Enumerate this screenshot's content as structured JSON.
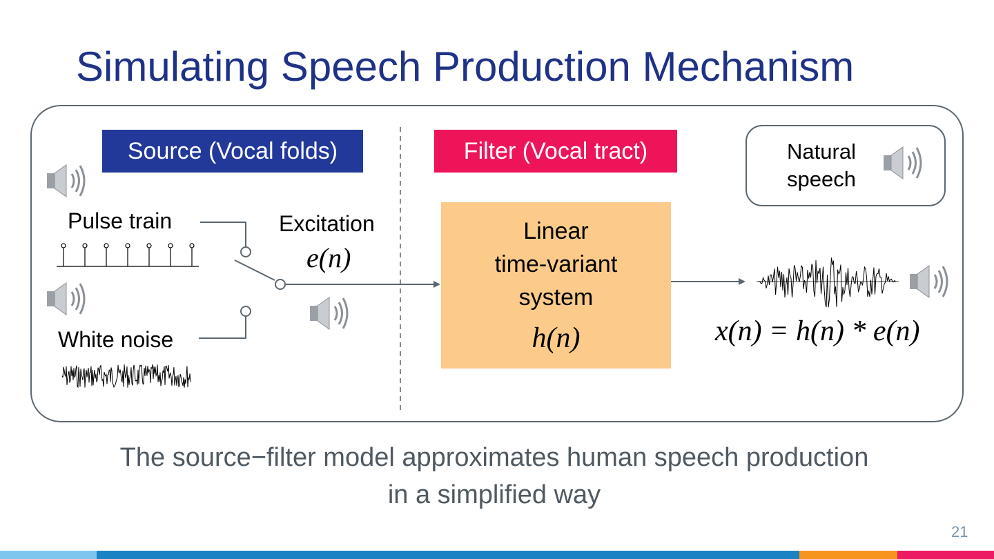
{
  "title": "Simulating Speech Production Mechanism",
  "source_label": "Source (Vocal folds)",
  "filter_label": "Filter (Vocal tract)",
  "natural": {
    "line1": "Natural",
    "line2": "speech"
  },
  "pulse_label": "Pulse train",
  "noise_label": "White noise",
  "excitation": {
    "label": "Excitation",
    "symbol": "e(n)"
  },
  "system": {
    "line1": "Linear",
    "line2": "time-variant",
    "line3": "system",
    "symbol": "h(n)"
  },
  "output_equation": "x(n) = h(n) * e(n)",
  "caption": {
    "line1": "The source−filter model approximates human speech production",
    "line2": "in a simplified way"
  },
  "page_number": "21",
  "colors": {
    "title": "#1f3286",
    "source_bg": "#22399a",
    "filter_bg": "#ee1459",
    "system_bg": "#fccb8a",
    "frame": "#5b6770",
    "bar_light": "#7fc6ef",
    "bar_blue": "#1b82c4",
    "bar_orange": "#f7941d",
    "bar_pink": "#ec1a63"
  },
  "icons": [
    "speaker-icon"
  ]
}
